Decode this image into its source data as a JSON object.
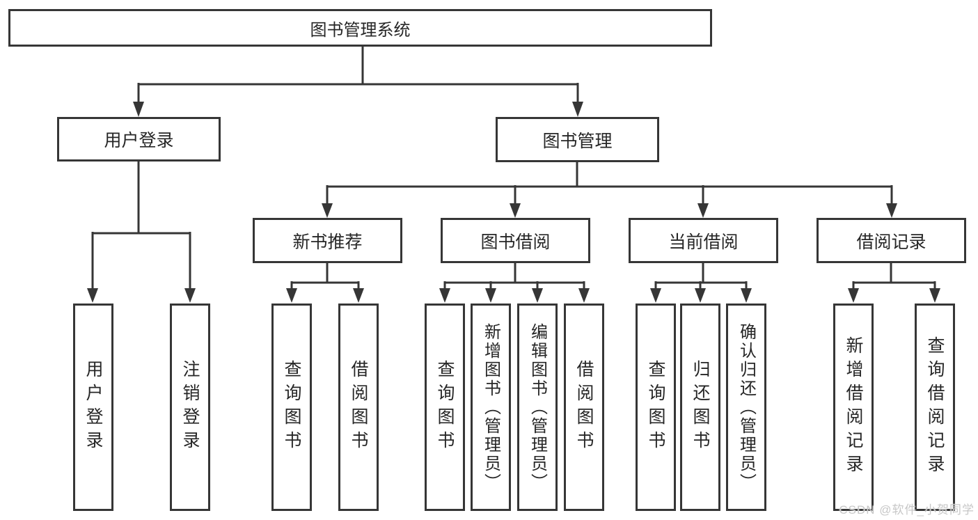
{
  "diagram": {
    "root": {
      "label": "图书管理系统"
    },
    "level1": [
      {
        "label": "用户登录"
      },
      {
        "label": "图书管理"
      }
    ],
    "level2": [
      {
        "label": "新书推荐"
      },
      {
        "label": "图书借阅"
      },
      {
        "label": "当前借阅"
      },
      {
        "label": "借阅记录"
      }
    ],
    "leaves": [
      {
        "label": "用户登录"
      },
      {
        "label": "注销登录"
      },
      {
        "label": "查询图书"
      },
      {
        "label": "借阅图书"
      },
      {
        "label": "查询图书"
      },
      {
        "label": "新增图书（管理员）"
      },
      {
        "label": "编辑图书（管理员）"
      },
      {
        "label": "借阅图书"
      },
      {
        "label": "查询图书"
      },
      {
        "label": "归还图书"
      },
      {
        "label": "确认归还（管理员）"
      },
      {
        "label": "新增借阅记录"
      },
      {
        "label": "查询借阅记录"
      }
    ]
  },
  "watermark": {
    "text": "CSDN @软件_小贺同学"
  },
  "colors": {
    "line": "#363636",
    "box_border": "#363636",
    "text": "#262626",
    "watermark": "#c7c7c7",
    "background": "#ffffff"
  }
}
